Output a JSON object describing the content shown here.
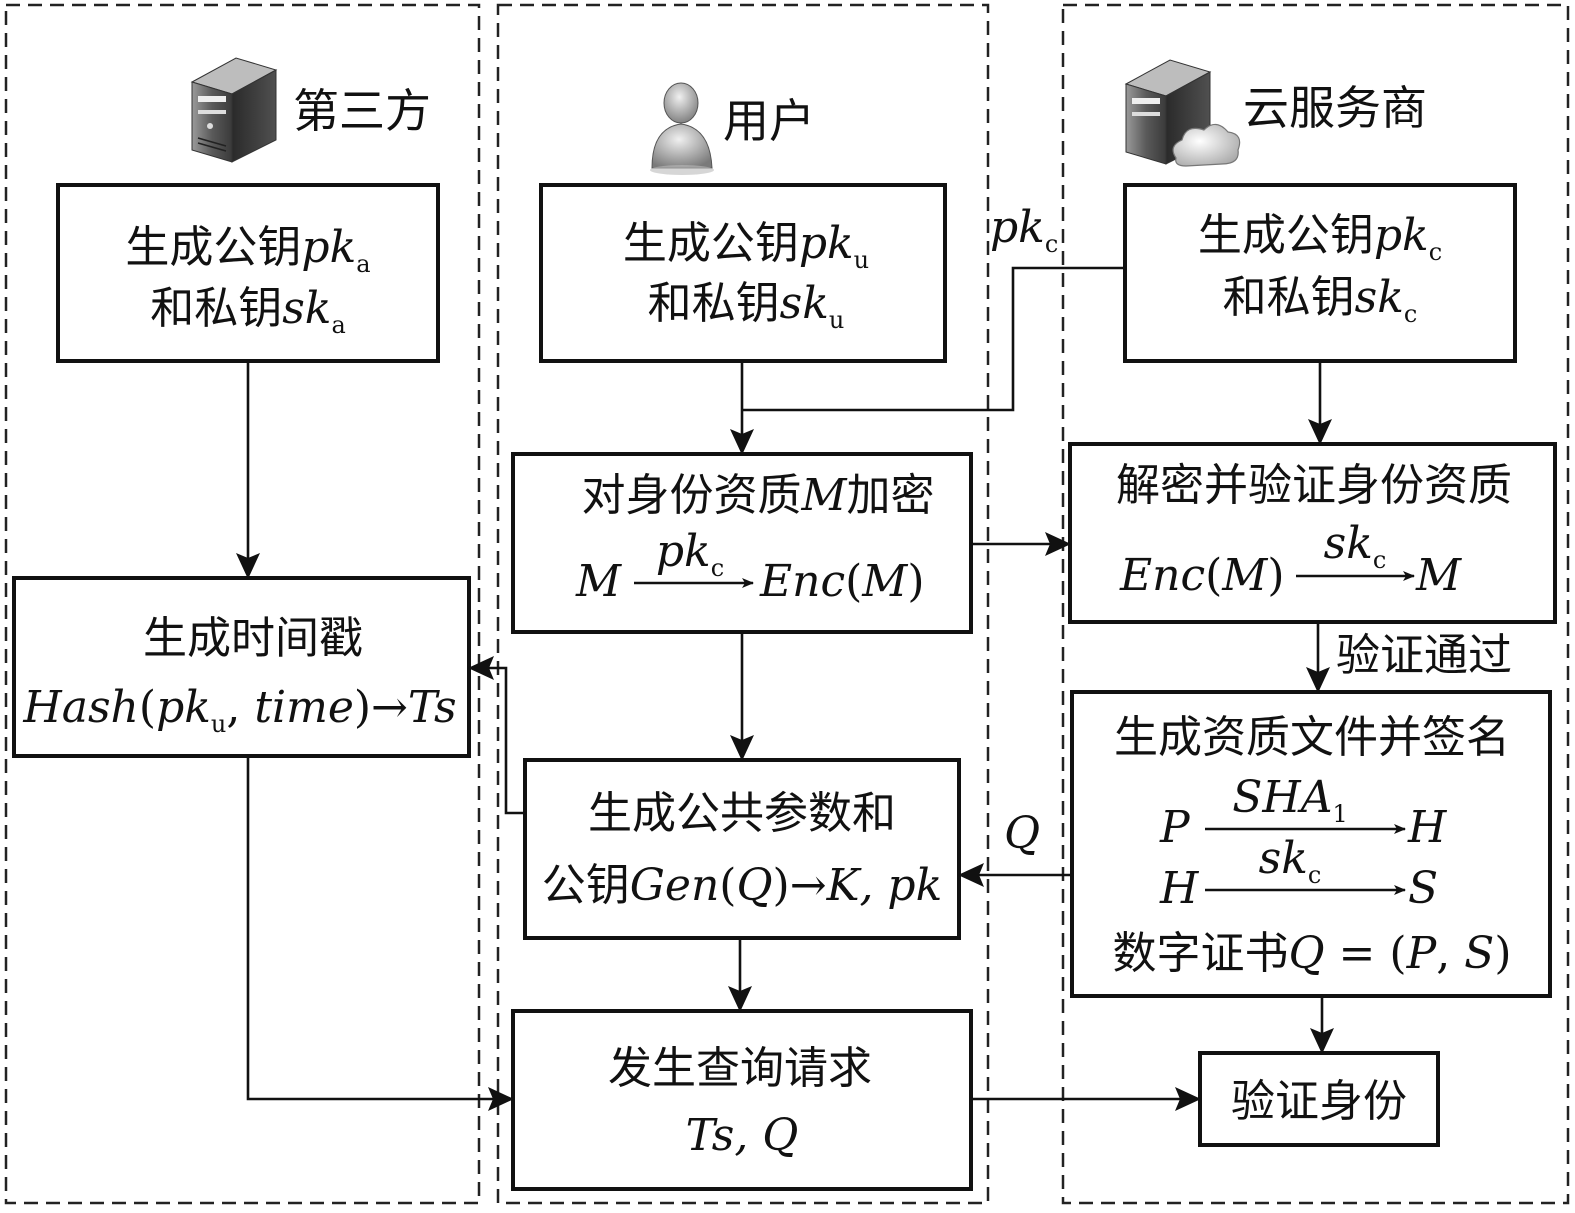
{
  "lanes": {
    "third_party": "第三方",
    "user": "用户",
    "cloud": "云服务商"
  },
  "third_party": {
    "keygen_cn1": "生成公钥",
    "keygen_pk": "pk",
    "keygen_pk_sub": "a",
    "keygen_cn2": "和私钥",
    "keygen_sk": "sk",
    "keygen_sk_sub": "a",
    "timestamp_title": "生成时间戳",
    "ts_hash": "Hash",
    "ts_paren_open": "(",
    "ts_pk": "pk",
    "ts_pk_sub": "u",
    "ts_comma": ", ",
    "ts_time": "time",
    "ts_paren_close": ")",
    "ts_arrow": "→",
    "ts_out": "Ts"
  },
  "user": {
    "keygen_cn1": "生成公钥",
    "keygen_pk": "pk",
    "keygen_pk_sub": "u",
    "keygen_cn2": "和私钥",
    "keygen_sk": "sk",
    "keygen_sk_sub": "u",
    "encrypt_title_cn1": "对身份资质",
    "encrypt_title_M": "M",
    "encrypt_title_cn2": "加密",
    "encrypt_from": "M",
    "encrypt_key": "pk",
    "encrypt_key_sub": "c",
    "encrypt_to_enc": "Enc",
    "encrypt_to_open": "(",
    "encrypt_to_M": "M",
    "encrypt_to_close": ")",
    "params_line1": "生成公共参数和",
    "params_cn": "公钥",
    "params_gen": "Gen",
    "params_open": "(",
    "params_Q": "Q",
    "params_close": ")",
    "params_arrow": "→",
    "params_out": "K, pk",
    "query_title": "发生查询请求",
    "query_args": "Ts, Q"
  },
  "cloud": {
    "keygen_cn1": "生成公钥",
    "keygen_pk": "pk",
    "keygen_pk_sub": "c",
    "keygen_cn2": "和私钥",
    "keygen_sk": "sk",
    "keygen_sk_sub": "c",
    "decrypt_title": "解密并验证身份资质",
    "decrypt_enc": "Enc",
    "decrypt_open": "(",
    "decrypt_M": "M",
    "decrypt_close": ")",
    "decrypt_key": "sk",
    "decrypt_key_sub": "c",
    "decrypt_to": "M",
    "verify_pass": "验证通过",
    "certify_title": "生成资质文件并签名",
    "certify_P": "P",
    "certify_sha": "SHA",
    "certify_sha_sub": "1",
    "certify_H_out": "H",
    "certify_H": "H",
    "certify_sk": "sk",
    "certify_sk_sub": "c",
    "certify_S": "S",
    "certify_cn": "数字证书",
    "certify_Q": "Q",
    "certify_eq": " = (",
    "certify_P2": "P",
    "certify_comma": ", ",
    "certify_S2": "S",
    "certify_close": ")",
    "verify_identity": "验证身份"
  },
  "edges": {
    "pk_c_label": "pk",
    "pk_c_sub": "c",
    "Q_label": "Q"
  }
}
